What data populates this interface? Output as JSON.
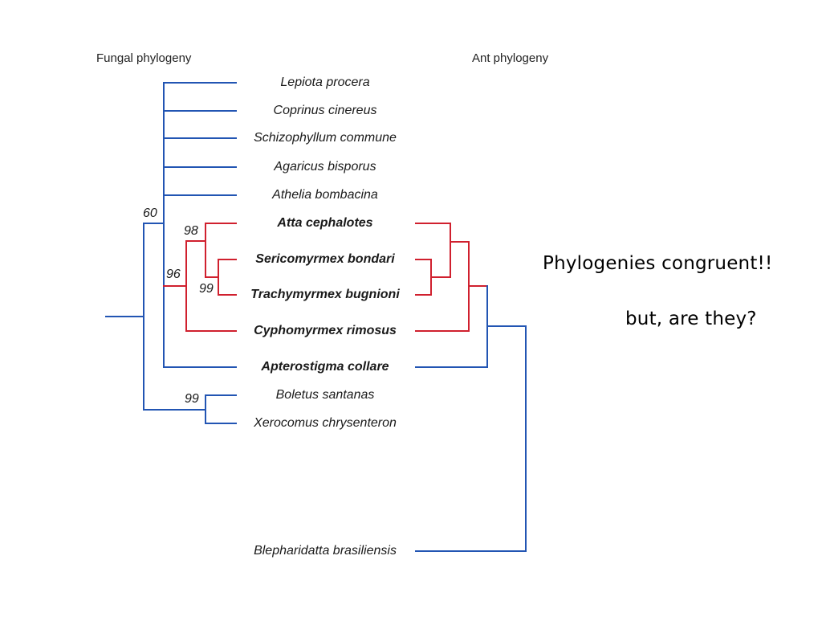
{
  "headings": {
    "fungal": "Fungal phylogeny",
    "ant": "Ant phylogeny"
  },
  "taxa": [
    "Lepiota procera",
    "Coprinus cinereus",
    "Schizophyllum commune",
    "Agaricus bisporus",
    "Athelia bombacina",
    "Atta cephalotes",
    "Sericomyrmex bondari",
    "Trachymyrmex bugnioni",
    "Cyphomyrmex rimosus",
    "Apterostigma collare",
    "Boletus santanas",
    "Xerocomus chrysenteron",
    "Blepharidatta brasiliensis"
  ],
  "support_values": {
    "node_60": "60",
    "node_98": "98",
    "node_96": "96",
    "node_99_ants": "99",
    "node_99_boletus": "99"
  },
  "notes": {
    "claim": "Phylogenies congruent!!",
    "question": "but, are they?"
  },
  "colors": {
    "blue_branch": "#2255b3",
    "red_branch": "#d0202e"
  }
}
